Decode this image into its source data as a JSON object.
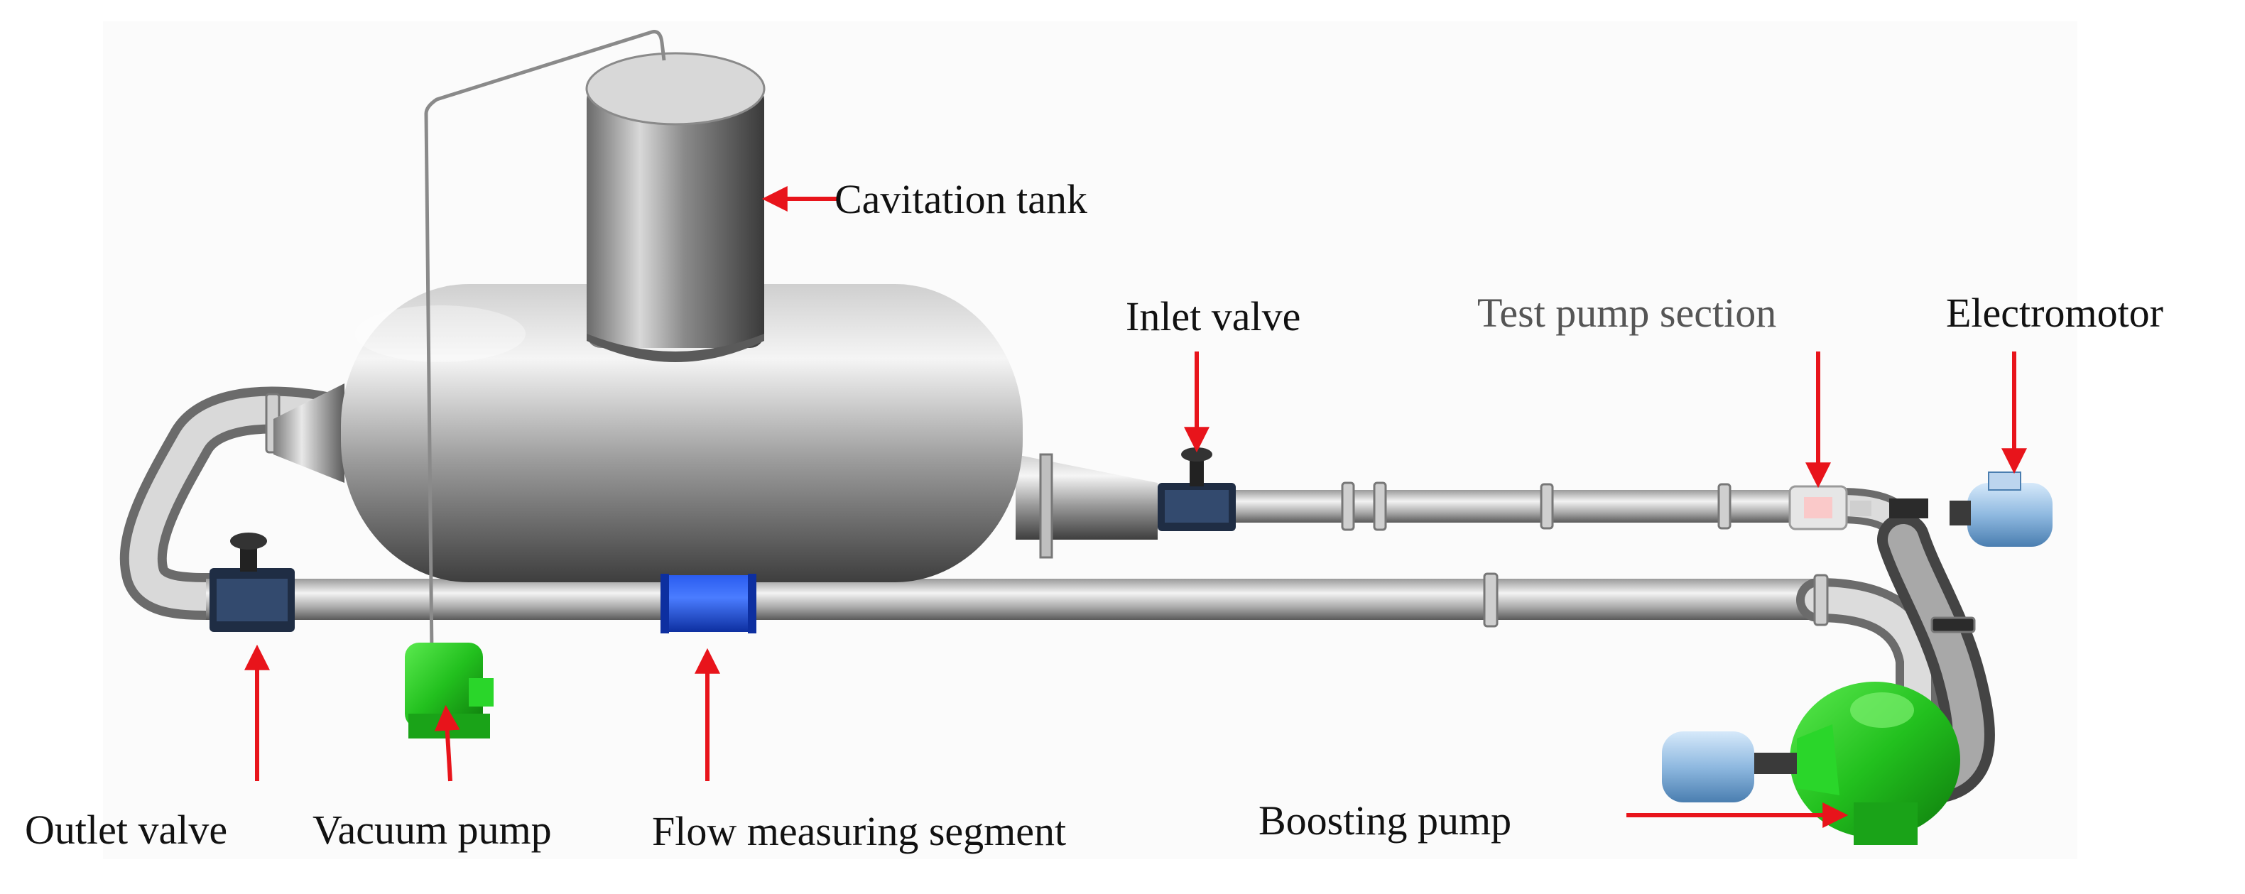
{
  "labels": {
    "cavitation_tank": "Cavitation tank",
    "inlet_valve": "Inlet valve",
    "test_pump_section": "Test pump section",
    "electromotor": "Electromotor",
    "outlet_valve": "Outlet valve",
    "vacuum_pump": "Vacuum pump",
    "flow_measuring_segment": "Flow measuring segment",
    "boosting_pump": "Boosting pump"
  },
  "colors": {
    "arrow": "#e8141b",
    "pipe": "#c4c4c4",
    "valve": "#1f2d44",
    "flow_meter": "#1f4fe0",
    "pump_green": "#22c01e",
    "motor_blue": "#8fb9e0"
  }
}
